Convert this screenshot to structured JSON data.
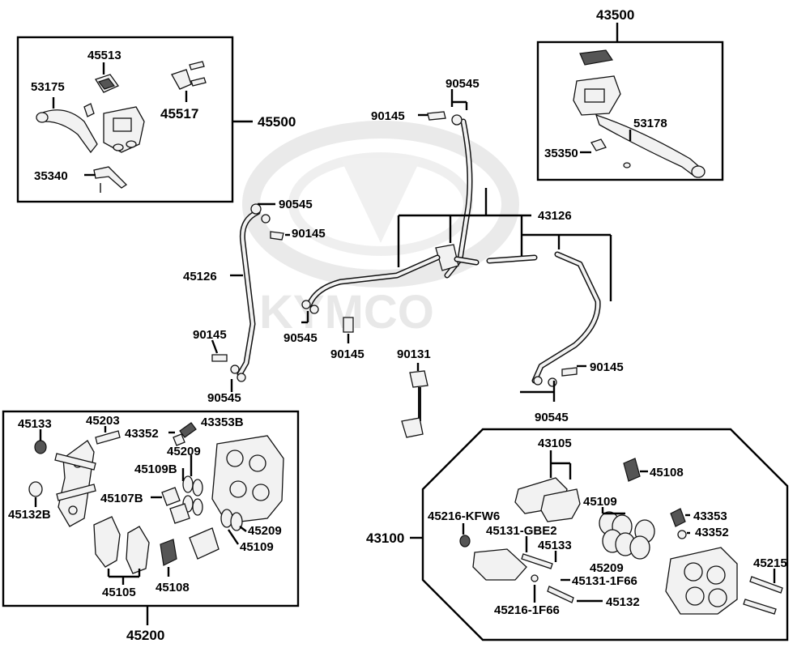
{
  "diagram": {
    "watermark": "KYMCO",
    "groups": {
      "master_left": {
        "assembly": "45500",
        "parts": [
          "45513",
          "53175",
          "45517",
          "35340"
        ]
      },
      "master_right": {
        "assembly": "43500",
        "parts": [
          "53178",
          "35350"
        ]
      },
      "caliper_left": {
        "assembly": "45200",
        "parts": [
          "45133",
          "45203",
          "43352",
          "43353B",
          "45209",
          "45109B",
          "45107B",
          "45132B",
          "45209",
          "45109",
          "45105",
          "45108"
        ]
      },
      "caliper_right": {
        "assembly": "43100",
        "parts": [
          "43105",
          "45108",
          "45109",
          "43353",
          "43352",
          "45216-KFW6",
          "45131-GBE2",
          "45133",
          "45209",
          "45215",
          "45131-1F66",
          "45216-1F66",
          "45132"
        ]
      },
      "hoses": {
        "parts": [
          "90545",
          "90145",
          "43126",
          "90545",
          "90145",
          "45126",
          "90145",
          "90545",
          "90145",
          "90545",
          "90131",
          "90145",
          "90545"
        ]
      }
    }
  }
}
